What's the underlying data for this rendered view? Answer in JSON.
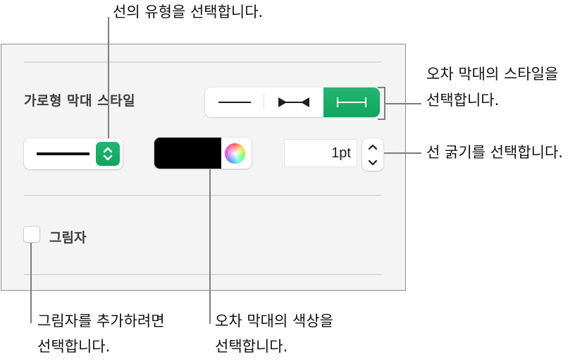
{
  "panel": {
    "section_label": "가로형 막대 스타일",
    "segment_options": [
      {
        "name": "line-only",
        "icon": "plain-line-icon",
        "selected": false
      },
      {
        "name": "arrow-caps",
        "icon": "arrow-caps-line-icon",
        "selected": false
      },
      {
        "name": "flat-caps",
        "icon": "flat-caps-line-icon",
        "selected": true
      }
    ],
    "line_type_popup": {
      "icon": "solid-line-sample-icon",
      "stepper_icon": "up-down-chevron-icon"
    },
    "color": {
      "swatch_hex": "#000000",
      "wheel_icon": "color-wheel-icon"
    },
    "stroke_width": {
      "value": "1pt"
    },
    "shadow_checkbox": {
      "label": "그림자",
      "checked": false
    },
    "accent_color": "#1aad67"
  },
  "callouts": {
    "line_type": "선의 유형을 선택합니다.",
    "style_line1": "오차 막대의 스타일을",
    "style_line2": "선택합니다.",
    "stroke_width": "선 굵기를 선택합니다.",
    "shadow_line1": "그림자를 추가하려면",
    "shadow_line2": "선택합니다.",
    "color_line1": "오차 막대의 색상을",
    "color_line2": "선택합니다."
  }
}
